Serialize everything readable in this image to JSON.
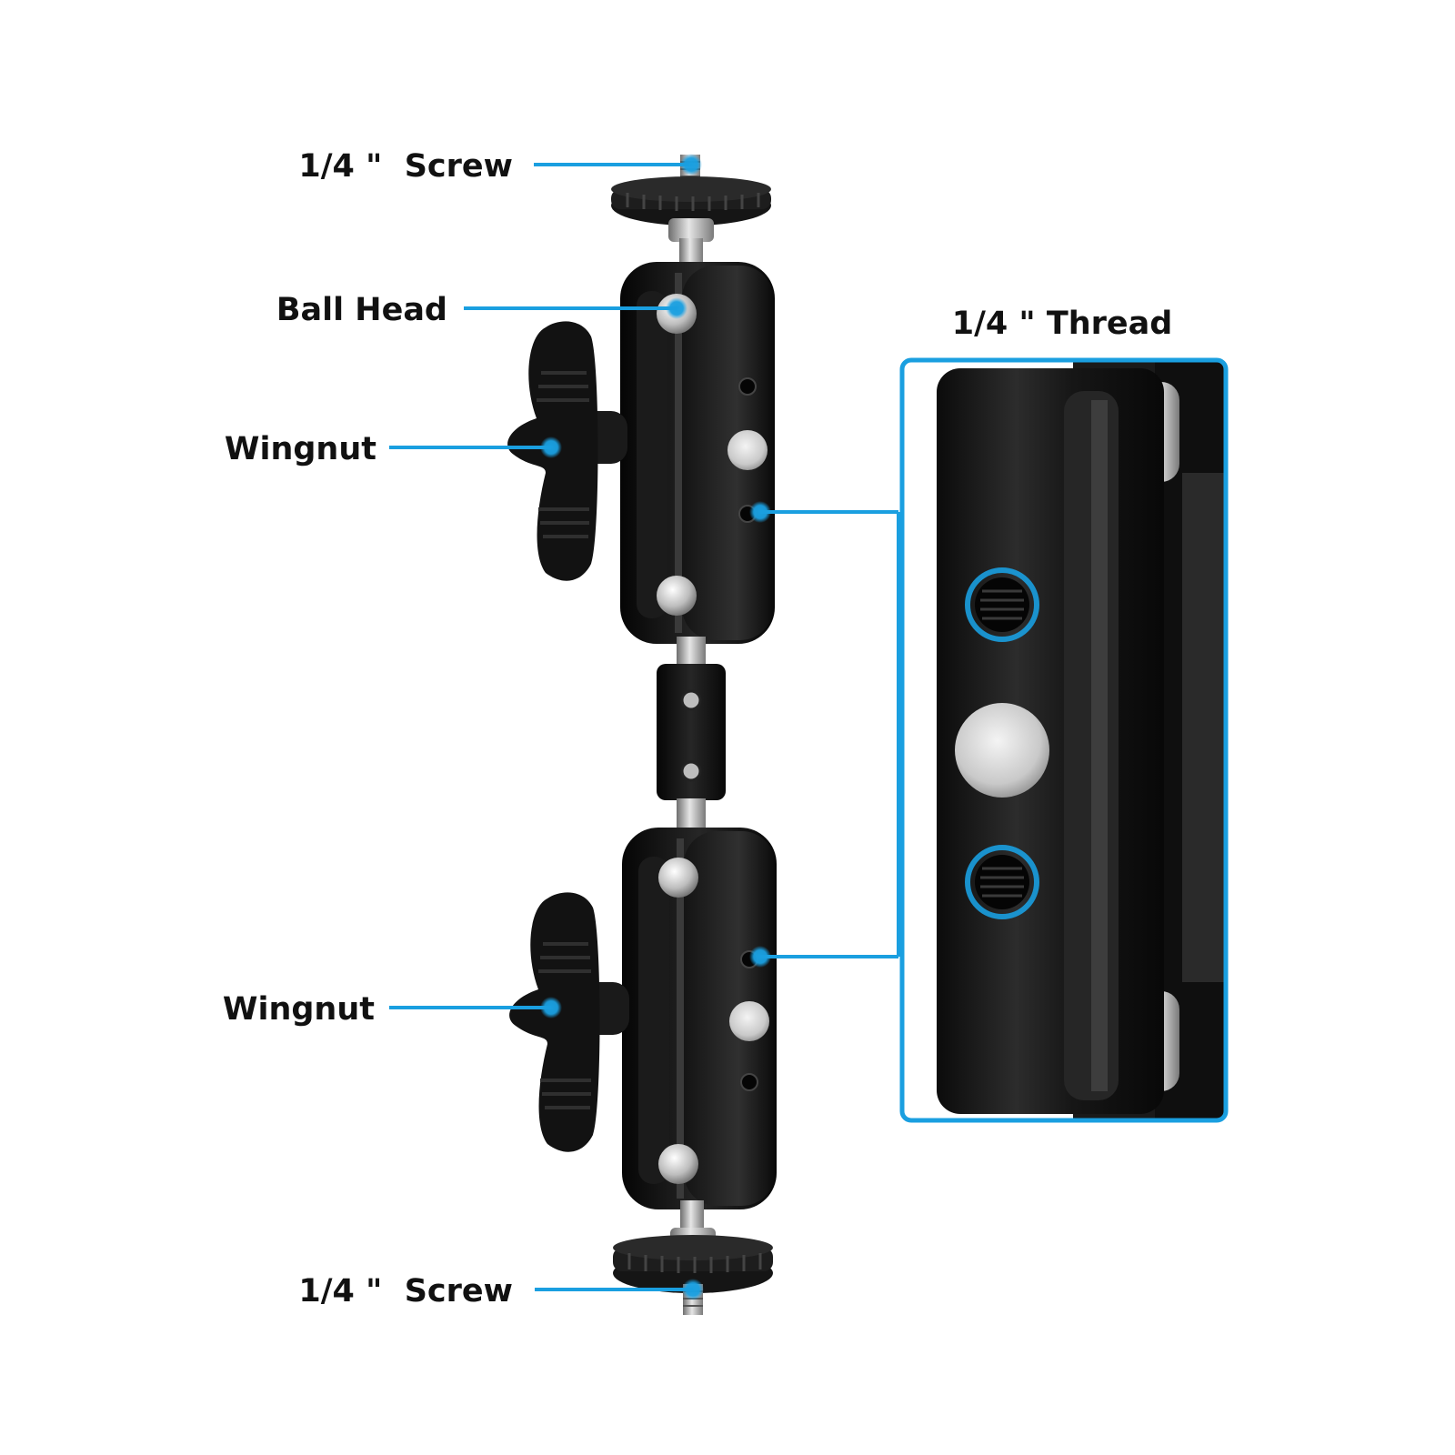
{
  "diagram": {
    "accent_color": "#1a9fe0",
    "labels": {
      "top_screw": "1/4 \"  Screw",
      "ball_head": "Ball Head",
      "wingnut_top": "Wingnut",
      "wingnut_bottom": "Wingnut",
      "bottom_screw": "1/4 \"  Screw",
      "thread": "1/4 \" Thread"
    },
    "parts": [
      "top-screw",
      "top-knob",
      "upper-ball-head",
      "upper-wingnut",
      "upper-arm-clamp",
      "center-coupler",
      "lower-ball-head",
      "lower-wingnut",
      "lower-arm-clamp",
      "bottom-knob",
      "bottom-screw"
    ],
    "inset": {
      "subject": "close-up of arm clamp showing two threaded holes",
      "highlighted_holes": 2
    }
  }
}
